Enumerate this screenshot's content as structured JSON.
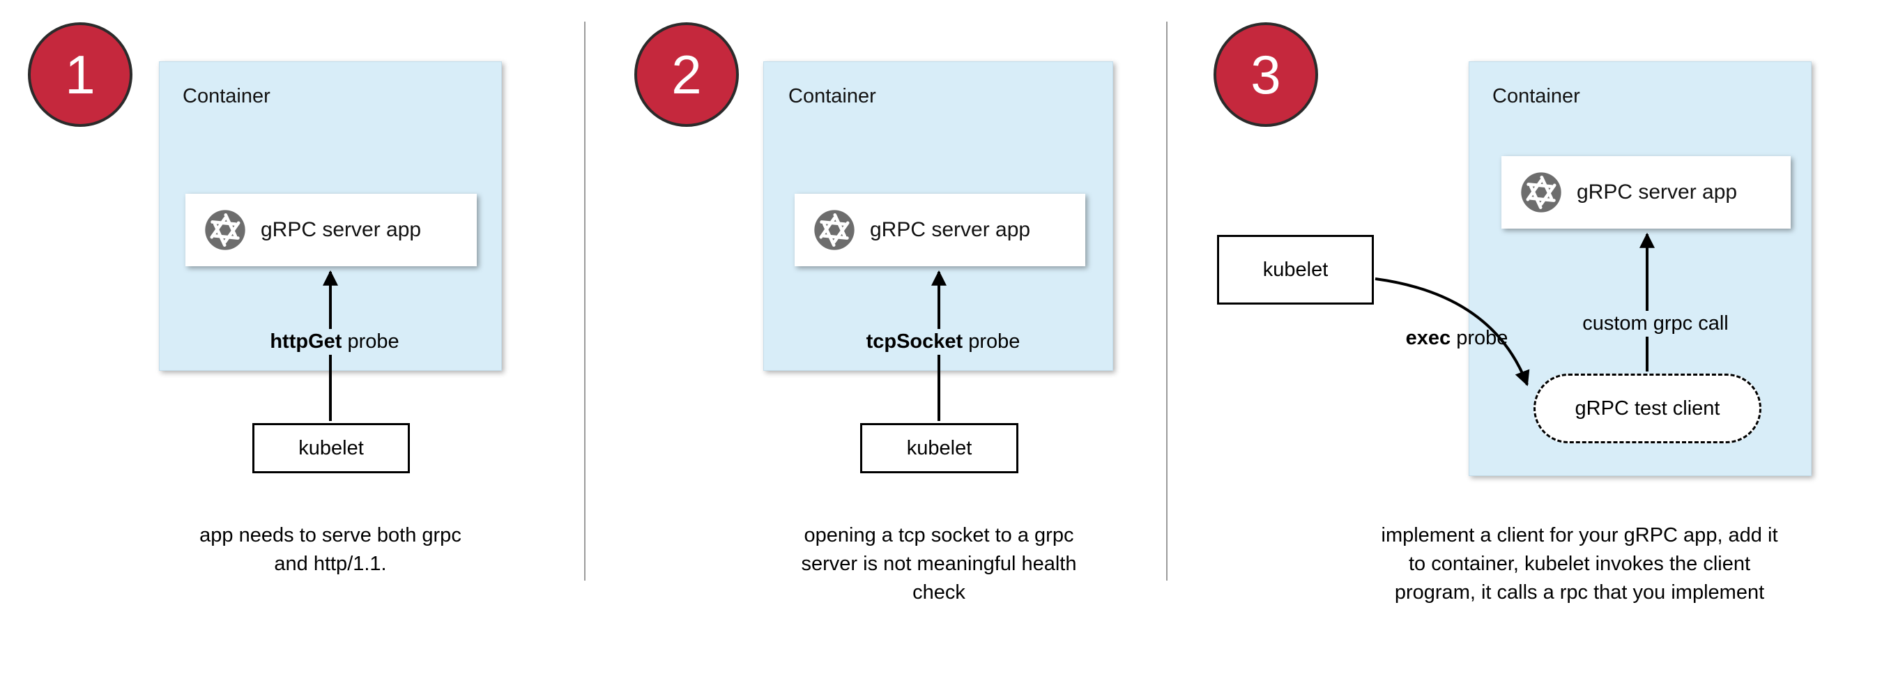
{
  "colors": {
    "badge_red": "#c5283d",
    "container_blue": "#d8edf8",
    "arrow_black": "#000000",
    "icon_gray": "#6d6d6d"
  },
  "panels": [
    {
      "badge": "1",
      "container_label": "Container",
      "app_label": "gRPC server app",
      "probe_bold": "httpGet",
      "probe_rest": " probe",
      "kubelet_label": "kubelet",
      "caption": "app needs to serve both grpc\nand http/1.1."
    },
    {
      "badge": "2",
      "container_label": "Container",
      "app_label": "gRPC server app",
      "probe_bold": "tcpSocket",
      "probe_rest": " probe",
      "kubelet_label": "kubelet",
      "caption": "opening a tcp socket to a grpc\nserver is not meaningful health\ncheck"
    },
    {
      "badge": "3",
      "container_label": "Container",
      "app_label": "gRPC server app",
      "probe_bold": "exec",
      "probe_rest": " probe",
      "kubelet_label": "kubelet",
      "test_client_label": "gRPC test client",
      "custom_call_label": "custom grpc call",
      "caption": "implement a client for your gRPC app, add it\nto container, kubelet invokes the client\nprogram, it calls a rpc that you implement"
    }
  ]
}
